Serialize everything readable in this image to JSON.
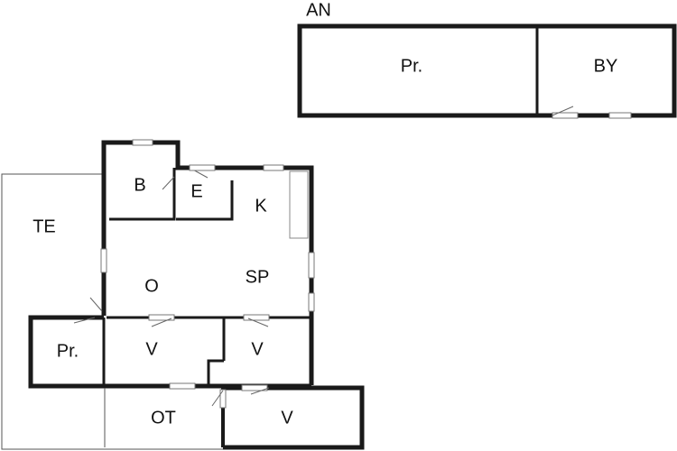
{
  "plan": {
    "annex_label": "AN",
    "rooms": {
      "annex_pr": "Pr.",
      "annex_by": "BY",
      "b": "B",
      "e": "E",
      "k": "K",
      "te": "TE",
      "o": "O",
      "sp": "SP",
      "pr": "Pr.",
      "v1": "V",
      "v2": "V",
      "ot": "OT",
      "v3": "V"
    }
  }
}
